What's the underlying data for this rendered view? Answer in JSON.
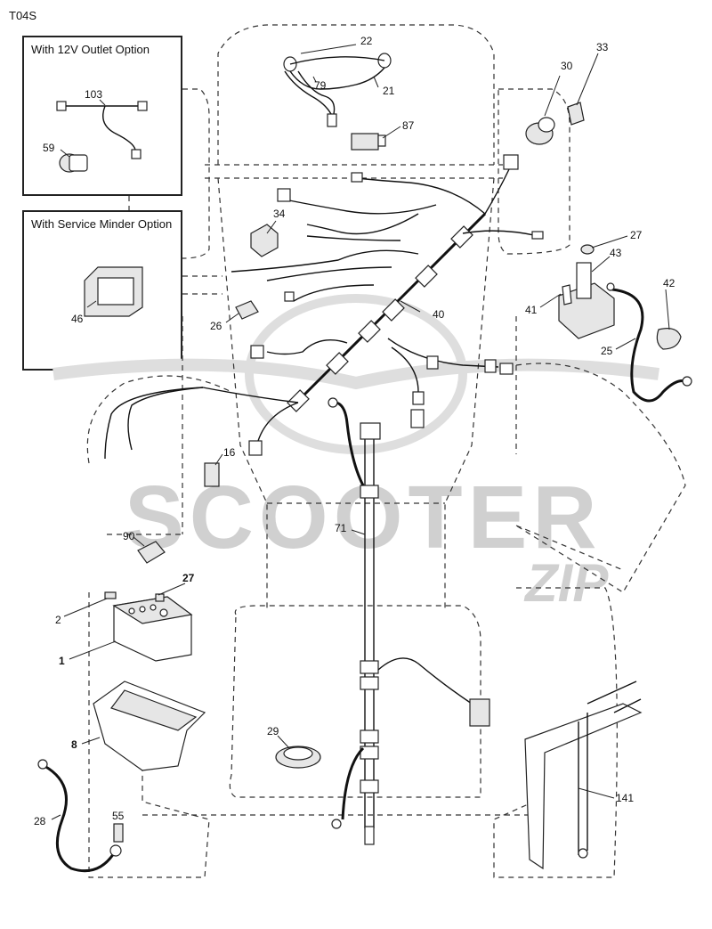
{
  "page_code": "T04S",
  "option_boxes": {
    "outlet_12v": {
      "title": "With 12V Outlet Option"
    },
    "service_minder": {
      "title": "With Service Minder Option"
    }
  },
  "watermark": {
    "text": "SCOOTER",
    "subtext": "ZIP"
  },
  "callouts": {
    "c1": "1",
    "c2": "2",
    "c8": "8",
    "c16": "16",
    "c21": "21",
    "c22": "22",
    "c25": "25",
    "c26": "26",
    "c27a": "27",
    "c27b": "27",
    "c28": "28",
    "c29": "29",
    "c30": "30",
    "c33": "33",
    "c34": "34",
    "c40": "40",
    "c41": "41",
    "c42": "42",
    "c43": "43",
    "c46": "46",
    "c55": "55",
    "c59": "59",
    "c71": "71",
    "c79": "79",
    "c87": "87",
    "c90": "90",
    "c103": "103",
    "c141": "141"
  }
}
